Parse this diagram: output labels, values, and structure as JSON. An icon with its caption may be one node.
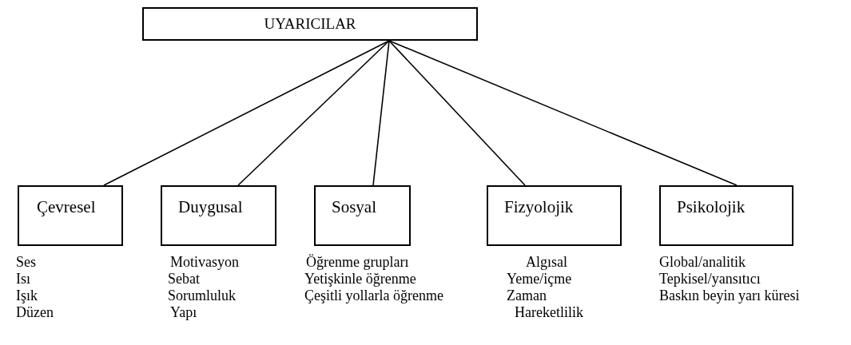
{
  "diagram": {
    "nodes": [
      {
        "text": [
          "UYARICILAR"
        ]
      },
      {
        "text": [
          "Çevresel"
        ]
      },
      {
        "text": [
          "Duygusal"
        ]
      },
      {
        "text": [
          "Sosyal"
        ]
      },
      {
        "text": [
          "Fizyolojik"
        ]
      },
      {
        "text": [
          "Psikolojik"
        ]
      }
    ],
    "edges": [
      {
        "from": 0,
        "to": 1,
        "arrow": "none"
      },
      {
        "from": 0,
        "to": 2,
        "arrow": "none"
      },
      {
        "from": 0,
        "to": 3,
        "arrow": "none"
      },
      {
        "from": 0,
        "to": 4,
        "arrow": "none"
      },
      {
        "from": 0,
        "to": 5,
        "arrow": "none"
      }
    ],
    "labels": [
      "Ses",
      "Isı",
      "Işık",
      "Düzen",
      "Motivasyon",
      "Sebat",
      "Sorumluluk",
      "Yapı",
      "Öğrenme grupları",
      "Yetişkinle öğrenme",
      "Çeşitli yollarla öğrenme",
      "Algısal",
      "Yeme/içme",
      "Zaman",
      "Hareketlilik",
      "Global/analitik",
      "Tepkisel/yansıtıcı",
      "Baskın beyin yarı küresi"
    ]
  }
}
